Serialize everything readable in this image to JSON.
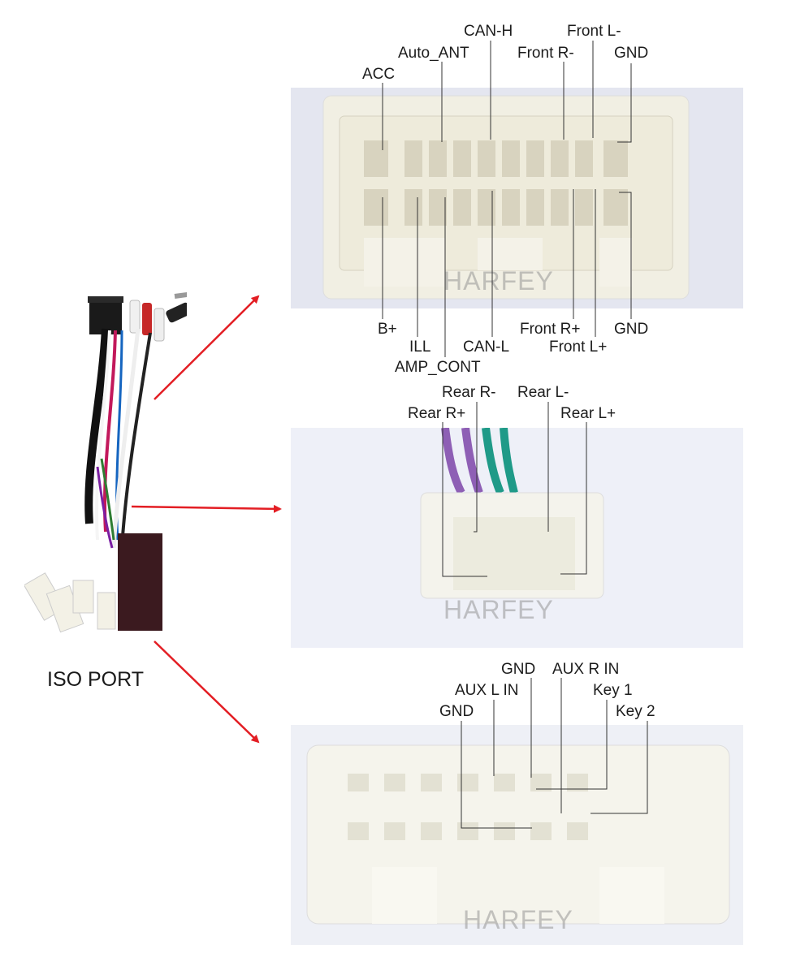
{
  "iso_port": {
    "title": "ISO PORT"
  },
  "watermark": "HARFEY",
  "panel1": {
    "top_labels": [
      "CAN-H",
      "Front L-",
      "Auto_ANT",
      "Front R-",
      "GND",
      "ACC"
    ],
    "bottom_labels": [
      "B+",
      "ILL",
      "AMP_CONT",
      "CAN-L",
      "Front R+",
      "Front L+",
      "GND"
    ]
  },
  "panel2": {
    "labels": [
      "Rear R-",
      "Rear L-",
      "Rear R+",
      "Rear L+"
    ]
  },
  "panel3": {
    "labels": [
      "GND",
      "AUX R IN",
      "AUX L IN",
      "Key 1",
      "GND",
      "Key 2"
    ]
  },
  "colors": {
    "arrow": "#e31e24",
    "connector": "#f3f1e6",
    "leader": "#333333"
  }
}
